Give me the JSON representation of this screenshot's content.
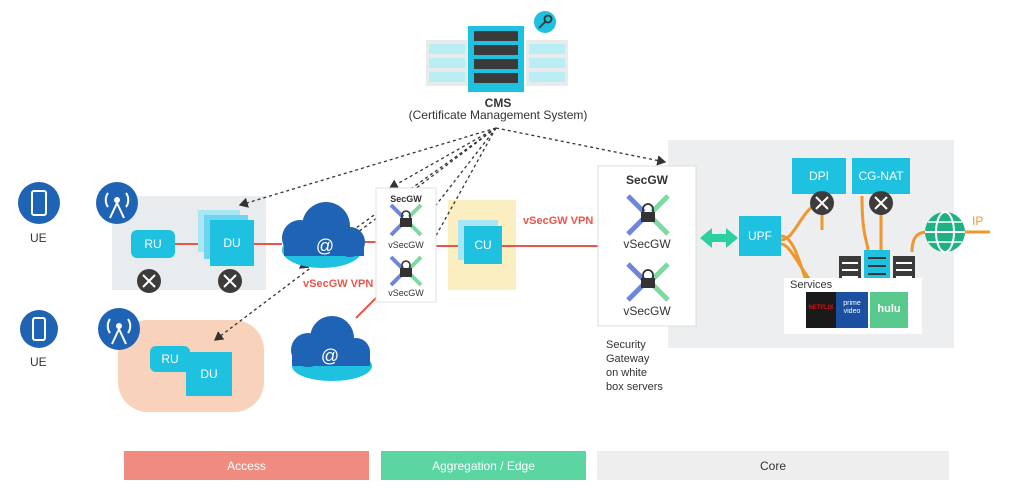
{
  "cms": {
    "title": "CMS",
    "subtitle": "(Certificate Management System)"
  },
  "ue": {
    "top": "UE",
    "bottom": "UE"
  },
  "nodes": {
    "ru": "RU",
    "du": "DU",
    "cu": "CU",
    "upf": "UPF",
    "dpi": "DPI",
    "cgnat": "CG-NAT",
    "ip": "IP"
  },
  "links": {
    "vpn_left": "vSecGW VPN",
    "vpn_mid": "vSecGW VPN"
  },
  "edge_secgw": {
    "title": "SecGW",
    "v1": "vSecGW",
    "v2": "vSecGW"
  },
  "core_secgw": {
    "title": "SecGW",
    "v1": "vSecGW",
    "v2": "vSecGW"
  },
  "secgw_caption": [
    "Security",
    "Gateway",
    "on white",
    "box servers"
  ],
  "services": {
    "label": "Services",
    "apps": [
      "NETFLIX",
      "prime video",
      "hulu"
    ]
  },
  "bands": {
    "access": "Access",
    "aggregation": "Aggregation / Edge",
    "core": "Core"
  },
  "colors": {
    "teal": "#1ec1e0",
    "blue": "#1f63b5",
    "orange": "#f0962e",
    "red": "#e8564b",
    "access": "#f08b80",
    "aggregation": "#5bd6a2",
    "core": "#eeeeef"
  }
}
